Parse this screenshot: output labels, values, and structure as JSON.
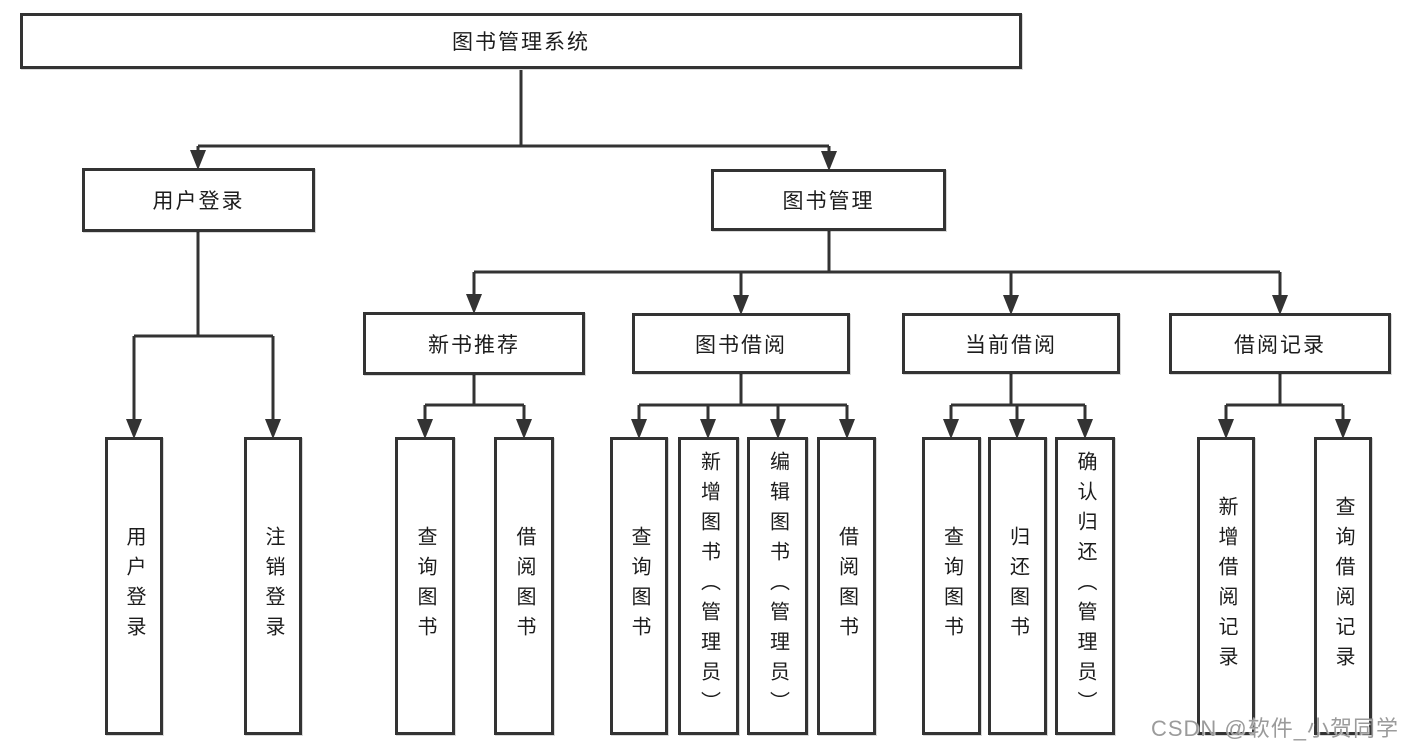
{
  "diagram": {
    "title": "图书管理系统",
    "type": "hierarchy"
  },
  "watermark": {
    "text": "CSDN @软件_小贺同学"
  },
  "colors": {
    "line": "#333333",
    "box_border": "#333333",
    "box_background": "#ffffff",
    "text": "#1c1c1c",
    "watermark": "#9b9b9b"
  },
  "nodes": [
    {
      "id": "library-system",
      "label": "图书管理系统",
      "parent": null
    },
    {
      "id": "user-login-group",
      "label": "用户登录",
      "parent": "library-system"
    },
    {
      "id": "book-management",
      "label": "图书管理",
      "parent": "library-system"
    },
    {
      "id": "new-book-recommend",
      "label": "新书推荐",
      "parent": "book-management"
    },
    {
      "id": "book-borrowing",
      "label": "图书借阅",
      "parent": "book-management"
    },
    {
      "id": "current-borrowing",
      "label": "当前借阅",
      "parent": "book-management"
    },
    {
      "id": "borrowing-records",
      "label": "借阅记录",
      "parent": "book-management"
    },
    {
      "id": "user-login",
      "label": "用户登录",
      "parent": "user-login-group"
    },
    {
      "id": "logout",
      "label": "注销登录",
      "parent": "user-login-group"
    },
    {
      "id": "rec-query-books",
      "label": "查询图书",
      "parent": "new-book-recommend"
    },
    {
      "id": "rec-borrow-books",
      "label": "借阅图书",
      "parent": "new-book-recommend"
    },
    {
      "id": "bb-query-books",
      "label": "查询图书",
      "parent": "book-borrowing"
    },
    {
      "id": "bb-add-books-admin",
      "label": "新增图书（管理员）",
      "parent": "book-borrowing"
    },
    {
      "id": "bb-edit-books-admin",
      "label": "编辑图书（管理员）",
      "parent": "book-borrowing"
    },
    {
      "id": "bb-borrow-books",
      "label": "借阅图书",
      "parent": "book-borrowing"
    },
    {
      "id": "cb-query-books",
      "label": "查询图书",
      "parent": "current-borrowing"
    },
    {
      "id": "cb-return-books",
      "label": "归还图书",
      "parent": "current-borrowing"
    },
    {
      "id": "cb-confirm-return-admin",
      "label": "确认归还（管理员）",
      "parent": "current-borrowing"
    },
    {
      "id": "br-add-record",
      "label": "新增借阅记录",
      "parent": "borrowing-records"
    },
    {
      "id": "br-query-record",
      "label": "查询借阅记录",
      "parent": "borrowing-records"
    }
  ]
}
